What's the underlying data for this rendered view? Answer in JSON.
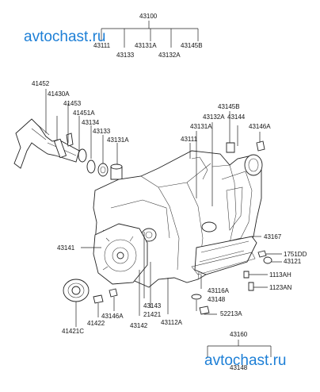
{
  "watermark": "avtochast.ru",
  "labels": {
    "l43100": "43100",
    "l43111top": "43111",
    "l43133top": "43133",
    "l43131Atop": "43131A",
    "l43132Atop": "43132A",
    "l43145Btop": "43145B",
    "l41452": "41452",
    "l41430A": "41430A",
    "l41453": "41453",
    "l41451A": "41451A",
    "l43134": "43134",
    "l43133": "43133",
    "l43131A": "43131A",
    "l43145B": "43145B",
    "l43132A": "43132A",
    "l43131A2": "43131A",
    "l43144": "43144",
    "l43146A": "43146A",
    "l43111": "43111",
    "l43167": "43167",
    "l1751DD": "1751DD",
    "l43121": "43121",
    "l1113AH": "1113AH",
    "l1123AN": "1123AN",
    "l43116A": "43116A",
    "l43148": "43148",
    "l52213A": "52213A",
    "l43141": "43141",
    "l43143": "43143",
    "l21421": "21421",
    "l43142": "43142",
    "l43112A": "43112A",
    "l43146A2": "43146A",
    "l41422": "41422",
    "l41421C": "41421C",
    "l43160": "43160",
    "l43148b": "43148"
  }
}
